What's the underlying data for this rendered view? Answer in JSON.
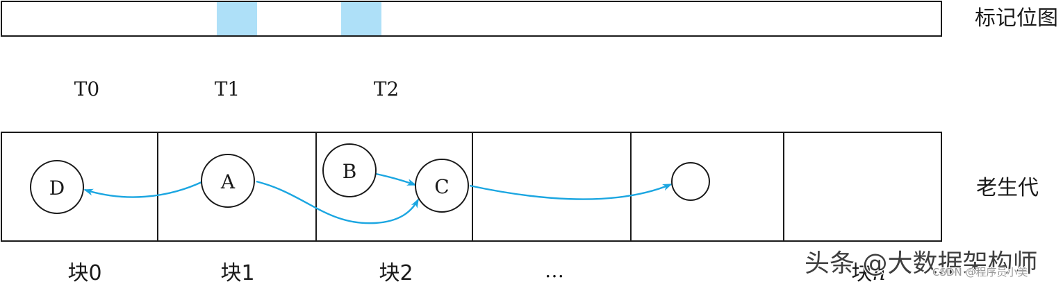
{
  "bitmap": {
    "label": "标记位图"
  },
  "time_labels": {
    "t0": "T0",
    "t1": "T1",
    "t2": "T2"
  },
  "old_generation": {
    "label": "老生代"
  },
  "nodes": {
    "d": "D",
    "a": "A",
    "b": "B",
    "c": "C"
  },
  "blocks": {
    "b0": "块0",
    "b1": "块1",
    "b2": "块2",
    "ellipsis": "…",
    "bn_prefix": "块",
    "bn_suffix": "n"
  },
  "watermarks": {
    "toutiao": "头条 @大数据架构师",
    "csdn": "CSDN @程序员小美"
  },
  "colors": {
    "arrow": "#1ba6e1",
    "marked_cell": "#aee0f8"
  }
}
